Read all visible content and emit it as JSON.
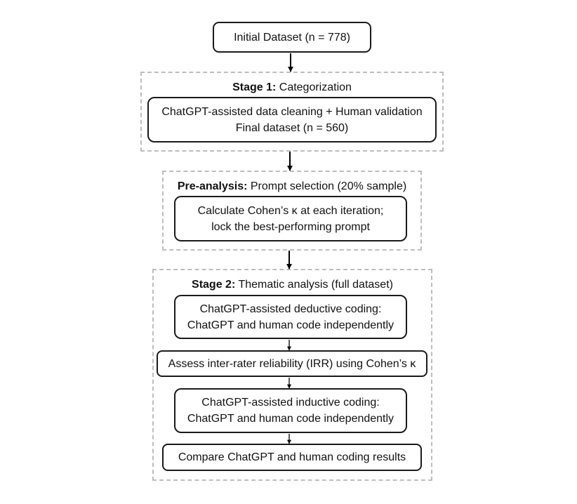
{
  "initial": {
    "text": "Initial Dataset (n = 778)"
  },
  "stage1": {
    "title_bold": "Stage 1:",
    "title_rest": " Categorization",
    "box_line1": "ChatGPT-assisted data cleaning + Human validation",
    "box_line2": "Final dataset (n = 560)"
  },
  "preanalysis": {
    "title_bold": "Pre-analysis:",
    "title_rest": " Prompt selection (20% sample)",
    "box_line1": "Calculate Cohen’s κ at each iteration;",
    "box_line2": "lock the best-performing prompt"
  },
  "stage2": {
    "title_bold": "Stage 2:",
    "title_rest": " Thematic analysis (full dataset)",
    "deductive_line1": "ChatGPT-assisted deductive coding:",
    "deductive_line2": "ChatGPT and human code independently",
    "irr": "Assess inter-rater reliability (IRR) using Cohen’s κ",
    "inductive_line1": "ChatGPT-assisted inductive coding:",
    "inductive_line2": "ChatGPT and human code independently",
    "compare": "Compare ChatGPT and human coding results"
  },
  "colors": {
    "border": "#1a1a1a",
    "dashed_group": "#bdbdbd",
    "arrow": "#000000"
  }
}
